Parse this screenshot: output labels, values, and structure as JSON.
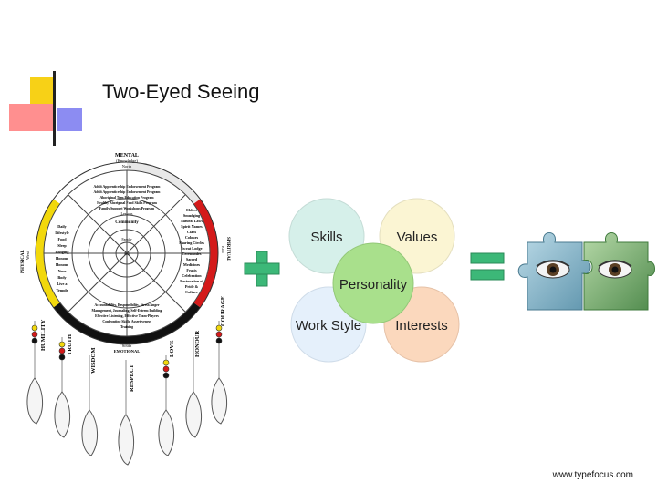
{
  "slide": {
    "title": "Two-Eyed Seeing",
    "footer": "www.typefocus.com"
  },
  "wheel": {
    "top_label": "MENTAL",
    "top_sub": "(Knowledge)",
    "top_dir": "North",
    "bottom_label": "South",
    "bottom_sub": "EMOTIONAL",
    "left_label": "PHYSICAL",
    "left_dir": "West",
    "right_label": "SPIRITUAL",
    "right_dir": "East",
    "ring_center": "Self",
    "ring_family": "Family",
    "ring_community": "Community",
    "ring_lessons": "Lessons",
    "top_lines": [
      "Adult Apprenticeship Endorsement Program",
      "Adult Apprenticeship Endorsement Program",
      "Aboriginal Teen Education Program",
      "Healthy Aboriginal Food Skills Program",
      "Family Support Workshops Program"
    ],
    "left_lines": [
      "Daily",
      "Lifestyle",
      "Food",
      "Sleep",
      "Lodging",
      "Honour",
      "Honour",
      "Your",
      "Body",
      "Live a",
      "Temple"
    ],
    "right_lines": [
      "Elders",
      "Smudging",
      "Natural Laws",
      "Spirit Names",
      "Clans",
      "Colours",
      "Sharing Circles",
      "Sweat Lodge",
      "Ceremonies",
      "Sacred",
      "Medicines",
      "Feasts",
      "Celebration",
      "Restoration of",
      "Pride &",
      "Culture"
    ],
    "bottom_lines": [
      "Accountability, Responsibility, Stress/Anger",
      "Management, Journaling, Self-Esteem Building",
      "Effective Listening, Effective Team-Players",
      "Confronting Skills, Assertiveness",
      "Training"
    ],
    "values": [
      "HUMILITY",
      "TRUTH",
      "WISDOM",
      "RESPECT",
      "LOVE",
      "HONOUR",
      "COURAGE"
    ],
    "colors": {
      "yellow": "#f2d80c",
      "red": "#d41a1a",
      "black": "#111111",
      "white": "#ffffff"
    }
  },
  "operators": {
    "plus_color": "#3cb878",
    "equals_color": "#3cb878"
  },
  "venn": {
    "circles": [
      {
        "label": "Skills",
        "color": "#d6f0ea"
      },
      {
        "label": "Values",
        "color": "#fbf5d3"
      },
      {
        "label": "Personality",
        "color": "#a9e08c"
      },
      {
        "label": "Work Style",
        "color": "#e5f0fb"
      },
      {
        "label": "Interests",
        "color": "#fbd8bd"
      }
    ]
  },
  "puzzle": {
    "left_color": "#7fb2c6",
    "right_color": "#6da868"
  }
}
